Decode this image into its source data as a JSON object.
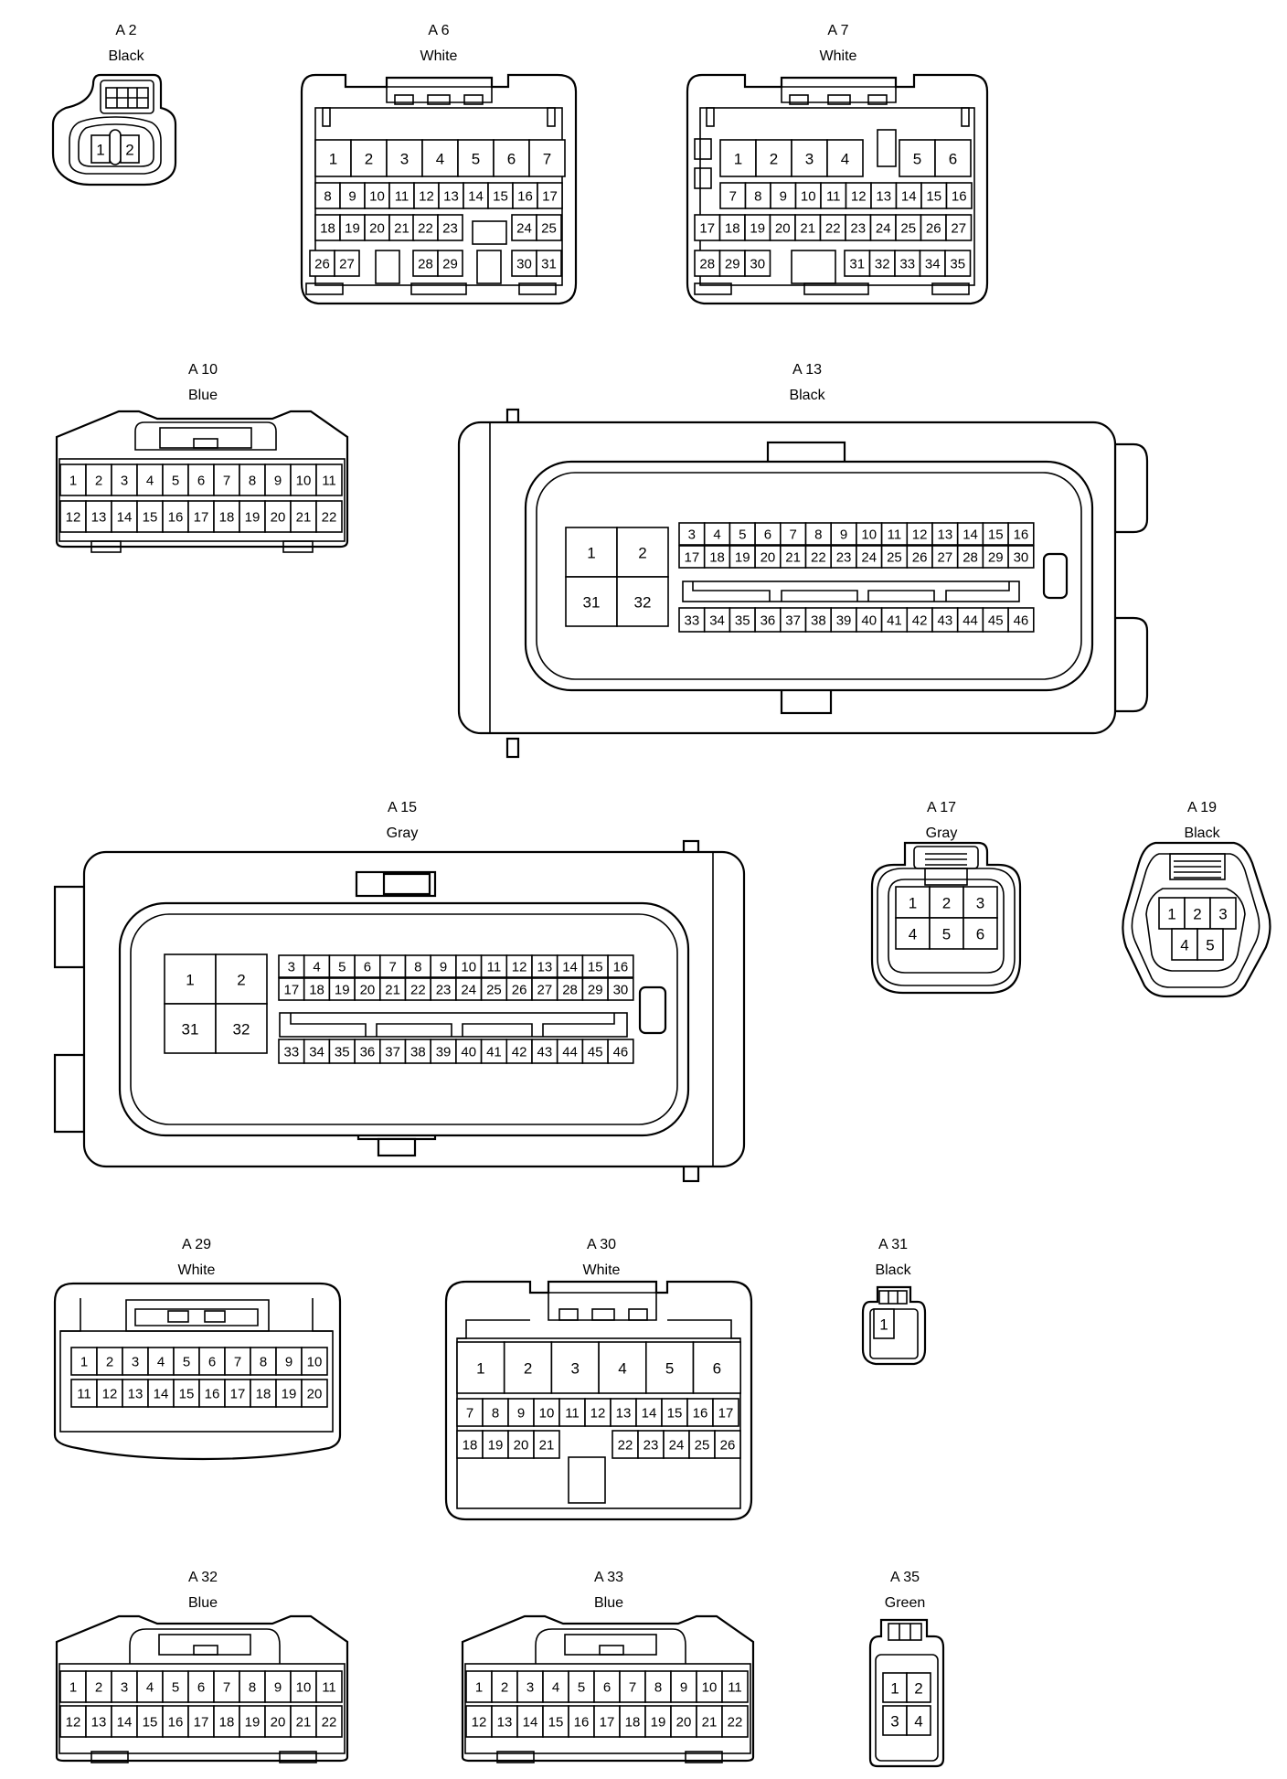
{
  "connectors": [
    {
      "id": "A 2",
      "color": "Black"
    },
    {
      "id": "A 6",
      "color": "White"
    },
    {
      "id": "A 7",
      "color": "White"
    },
    {
      "id": "A 10",
      "color": "Blue"
    },
    {
      "id": "A 13",
      "color": "Black"
    },
    {
      "id": "A 15",
      "color": "Gray"
    },
    {
      "id": "A 17",
      "color": "Gray"
    },
    {
      "id": "A 19",
      "color": "Black"
    },
    {
      "id": "A 29",
      "color": "White"
    },
    {
      "id": "A 30",
      "color": "White"
    },
    {
      "id": "A 31",
      "color": "Black"
    },
    {
      "id": "A 32",
      "color": "Blue"
    },
    {
      "id": "A 33",
      "color": "Blue"
    },
    {
      "id": "A 35",
      "color": "Green"
    }
  ],
  "pins": {
    "A 2": [
      "1",
      "2"
    ],
    "A 6": [
      "1",
      "2",
      "3",
      "4",
      "5",
      "6",
      "7",
      "8",
      "9",
      "10",
      "11",
      "12",
      "13",
      "14",
      "15",
      "16",
      "17",
      "18",
      "19",
      "20",
      "21",
      "22",
      "23",
      "24",
      "25",
      "26",
      "27",
      "28",
      "29",
      "30",
      "31"
    ],
    "A 7": [
      "1",
      "2",
      "3",
      "4",
      "5",
      "6",
      "7",
      "8",
      "9",
      "10",
      "11",
      "12",
      "13",
      "14",
      "15",
      "16",
      "17",
      "18",
      "19",
      "20",
      "21",
      "22",
      "23",
      "24",
      "25",
      "26",
      "27",
      "28",
      "29",
      "30",
      "31",
      "32",
      "33",
      "34",
      "35"
    ],
    "A 10": [
      "1",
      "2",
      "3",
      "4",
      "5",
      "6",
      "7",
      "8",
      "9",
      "10",
      "11",
      "12",
      "13",
      "14",
      "15",
      "16",
      "17",
      "18",
      "19",
      "20",
      "21",
      "22"
    ],
    "A 13": [
      "1",
      "2",
      "3",
      "4",
      "5",
      "6",
      "7",
      "8",
      "9",
      "10",
      "11",
      "12",
      "13",
      "14",
      "15",
      "16",
      "17",
      "18",
      "19",
      "20",
      "21",
      "22",
      "23",
      "24",
      "25",
      "26",
      "27",
      "28",
      "29",
      "30",
      "31",
      "32",
      "33",
      "34",
      "35",
      "36",
      "37",
      "38",
      "39",
      "40",
      "41",
      "42",
      "43",
      "44",
      "45",
      "46"
    ],
    "A 15": [
      "1",
      "2",
      "3",
      "4",
      "5",
      "6",
      "7",
      "8",
      "9",
      "10",
      "11",
      "12",
      "13",
      "14",
      "15",
      "16",
      "17",
      "18",
      "19",
      "20",
      "21",
      "22",
      "23",
      "24",
      "25",
      "26",
      "27",
      "28",
      "29",
      "30",
      "31",
      "32",
      "33",
      "34",
      "35",
      "36",
      "37",
      "38",
      "39",
      "40",
      "41",
      "42",
      "43",
      "44",
      "45",
      "46"
    ],
    "A 17": [
      "1",
      "2",
      "3",
      "4",
      "5",
      "6"
    ],
    "A 19": [
      "1",
      "2",
      "3",
      "4",
      "5"
    ],
    "A 29": [
      "1",
      "2",
      "3",
      "4",
      "5",
      "6",
      "7",
      "8",
      "9",
      "10",
      "11",
      "12",
      "13",
      "14",
      "15",
      "16",
      "17",
      "18",
      "19",
      "20"
    ],
    "A 30": [
      "1",
      "2",
      "3",
      "4",
      "5",
      "6",
      "7",
      "8",
      "9",
      "10",
      "11",
      "12",
      "13",
      "14",
      "15",
      "16",
      "17",
      "18",
      "19",
      "20",
      "21",
      "22",
      "23",
      "24",
      "25",
      "26"
    ],
    "A 31": [
      "1"
    ],
    "A 32": [
      "1",
      "2",
      "3",
      "4",
      "5",
      "6",
      "7",
      "8",
      "9",
      "10",
      "11",
      "12",
      "13",
      "14",
      "15",
      "16",
      "17",
      "18",
      "19",
      "20",
      "21",
      "22"
    ],
    "A 33": [
      "1",
      "2",
      "3",
      "4",
      "5",
      "6",
      "7",
      "8",
      "9",
      "10",
      "11",
      "12",
      "13",
      "14",
      "15",
      "16",
      "17",
      "18",
      "19",
      "20",
      "21",
      "22"
    ],
    "A 35": [
      "1",
      "2",
      "3",
      "4"
    ]
  }
}
